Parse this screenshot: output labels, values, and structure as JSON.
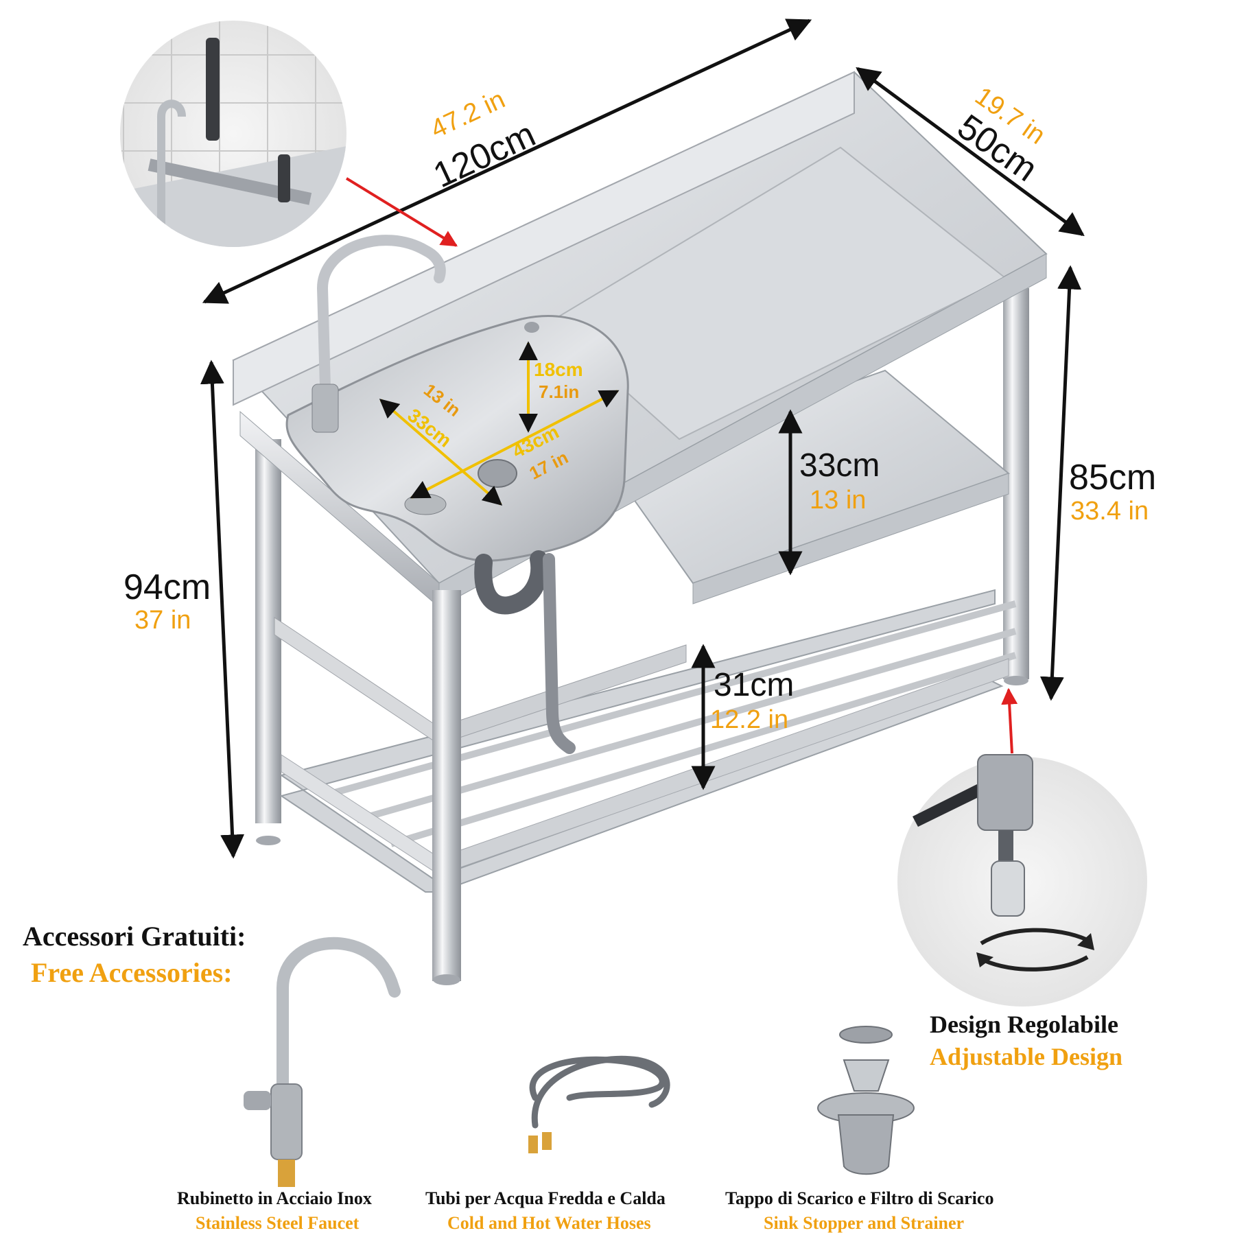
{
  "dimensions": {
    "width": {
      "cm": "120cm",
      "in": "47.2 in"
    },
    "depth": {
      "cm": "50cm",
      "in": "19.7 in"
    },
    "total_height": {
      "cm": "94cm",
      "in": "37 in"
    },
    "table_height": {
      "cm": "85cm",
      "in": "33.4 in"
    },
    "shelf_gap": {
      "cm": "33cm",
      "in": "13 in"
    },
    "lower_gap": {
      "cm": "31cm",
      "in": "12.2 in"
    },
    "bowl_depth": {
      "cm": "18cm",
      "in": "7.1in"
    },
    "bowl_width": {
      "cm": "33cm",
      "in": "13 in"
    },
    "bowl_length": {
      "cm": "43cm",
      "in": "17 in"
    }
  },
  "accessories": {
    "heading_it": "Accessori Gratuiti:",
    "heading_en": "Free Accessories:",
    "items": [
      {
        "it": "Rubinetto in Acciaio Inox",
        "en": "Stainless Steel Faucet"
      },
      {
        "it": "Tubi per Acqua Fredda e Calda",
        "en": "Cold and Hot Water Hoses"
      },
      {
        "it": "Tappo di Scarico e Filtro di Scarico",
        "en": "Sink Stopper and Strainer"
      }
    ]
  },
  "adjustable": {
    "it": "Design Regolabile",
    "en": "Adjustable Design"
  },
  "colors": {
    "accent": "#f0a010",
    "arrow_red": "#e02020",
    "dimension_line": "#111111",
    "steel": "#c9ccd0"
  }
}
